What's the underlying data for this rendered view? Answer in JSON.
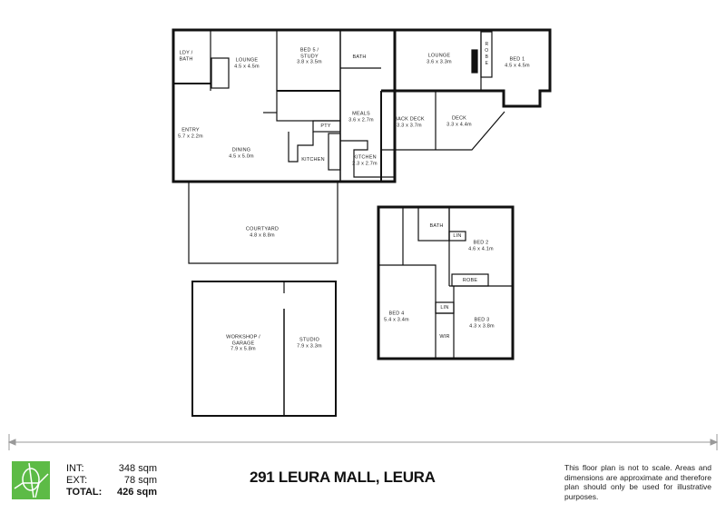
{
  "rooms": {
    "ldy_bath": [
      "LDY /",
      "BATH"
    ],
    "lounge_main": [
      "LOUNGE",
      "4.5 x 4.5m"
    ],
    "bed5": [
      "BED 5 /",
      "STUDY",
      "3.8 x 3.5m"
    ],
    "bath_main": [
      "BATH"
    ],
    "meals": [
      "MEALS",
      "3.6 x 2.7m"
    ],
    "pty": [
      "PTY"
    ],
    "entry": [
      "ENTRY",
      "5.7 x 2.2m"
    ],
    "dining": [
      "DINING",
      "4.5 x 5.0m"
    ],
    "kitchen": [
      "KITCHEN"
    ],
    "kitchen2": [
      "KITCHEN",
      "2.3 x 2.7m"
    ],
    "lounge2": [
      "LOUNGE",
      "3.6 x 3.3m"
    ],
    "robe_vertical": "ROBE",
    "bed1": [
      "BED 1",
      "4.5 x 4.5m"
    ],
    "back_deck": [
      "BACK DECK",
      "3.3 x 3.7m"
    ],
    "deck": [
      "DECK",
      "3.3 x 4.4m"
    ],
    "courtyard": [
      "COURTYARD",
      "4.8 x 8.8m"
    ],
    "workshop": [
      "WORKSHOP /",
      "GARAGE",
      "7.9 x 5.8m"
    ],
    "studio": [
      "STUDIO",
      "7.9 x 3.3m"
    ],
    "bath_upper": [
      "BATH"
    ],
    "lin1": [
      "LIN"
    ],
    "bed2": [
      "BED 2",
      "4.6 x 4.1m"
    ],
    "robe_upper": [
      "ROBE"
    ],
    "lin2": [
      "LIN"
    ],
    "bed4": [
      "BED 4",
      "5.4 x 3.4m"
    ],
    "bed3": [
      "BED 3",
      "4.3 x 3.8m"
    ],
    "wir": [
      "WIR"
    ]
  },
  "footer": {
    "logo_icon": "green-compass-logo",
    "logo_color": "#5dbb46",
    "int_label": "INT:",
    "int_value": "348 sqm",
    "ext_label": "EXT:",
    "ext_value": "78 sqm",
    "total_label": "TOTAL:",
    "total_value": "426 sqm",
    "title": "291 LEURA MALL, LEURA",
    "disclaimer": "This floor plan is not to scale. Areas and dimensions are approximate and therefore plan should only be used for illustrative purposes."
  }
}
